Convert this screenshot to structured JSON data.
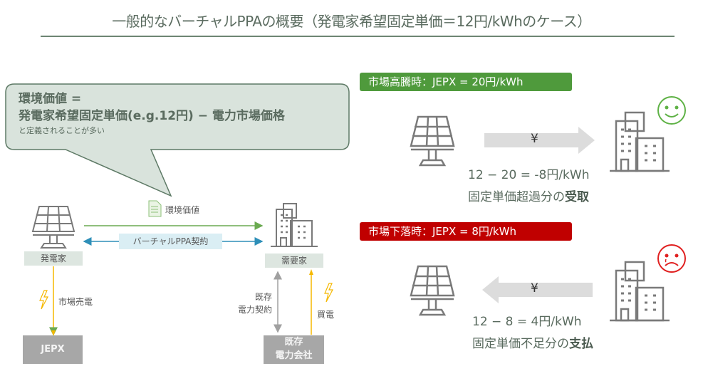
{
  "title": "一般的なバーチャルPPAの概要（発電家希望固定単価＝12円/kWhのケース）",
  "bubble": {
    "line1": "環境価値 =",
    "line2": "発電家希望固定単価(e.g.12円) − 電力市場価格",
    "line3": "と定義されることが多い"
  },
  "left_diagram": {
    "generator_label": "発電家",
    "consumer_label": "需要家",
    "env_value_label": "環境価値",
    "ppa_label": "バーチャルPPA契約",
    "market_sale_label": "市場売電",
    "existing_contract_label_1": "既存",
    "existing_contract_label_2": "電力契約",
    "purchase_label": "買電",
    "jepx_label": "JEPX",
    "utility_label_1": "既存",
    "utility_label_2": "電力会社"
  },
  "scenarios": [
    {
      "badge": "市場高騰時：JEPX = 20円/kWh",
      "badge_color": "#4f9a3c",
      "arrow_direction": "right",
      "currency_symbol": "¥",
      "calc": "12 − 20 = -8円/kWh",
      "result_prefix": "固定単価超過分の",
      "result_emphasis": "受取",
      "mood": "happy",
      "mood_color": "#5fb246"
    },
    {
      "badge": "市場下落時：JEPX = 8円/kWh",
      "badge_color": "#c00000",
      "arrow_direction": "left",
      "currency_symbol": "¥",
      "calc": "12 − 8 = 4円/kWh",
      "result_prefix": "固定単価不足分の",
      "result_emphasis": "支払",
      "mood": "sad",
      "mood_color": "#e02020"
    }
  ],
  "colors": {
    "env_arrow": "#6aaa50",
    "ppa_arrow": "#2e8fb8",
    "power_arrow": "#f5b800",
    "contract_arrow": "#a0a0a0",
    "icon_gray": "#7a7a7a"
  }
}
